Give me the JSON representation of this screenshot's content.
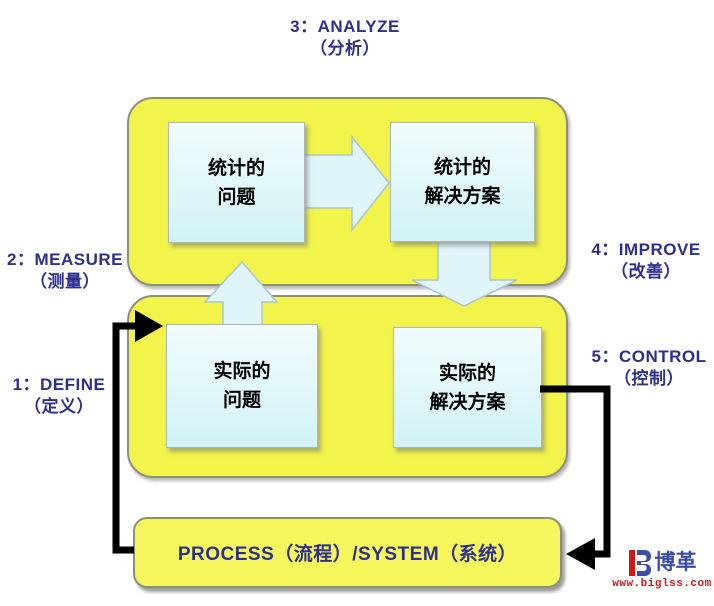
{
  "diagram": {
    "title_implied": "DMAIC process diagram",
    "labels": {
      "analyze": {
        "line1": "3：ANALYZE",
        "line2": "（分析）"
      },
      "measure": {
        "line1": "2：MEASURE",
        "line2": "（测量）"
      },
      "define": {
        "line1": "1：DEFINE",
        "line2": "（定义）"
      },
      "improve": {
        "line1": "4：IMPROVE",
        "line2": "（改善）"
      },
      "control": {
        "line1": "5：CONTROL",
        "line2": "（控制）"
      }
    },
    "boxes": {
      "statistical_problem": {
        "line1": "统计的",
        "line2": "问题"
      },
      "statistical_solution": {
        "line1": "统计的",
        "line2": "解决方案"
      },
      "practical_problem": {
        "line1": "实际的",
        "line2": "问题"
      },
      "practical_solution": {
        "line1": "实际的",
        "line2": "解决方案"
      },
      "process_system": "PROCESS（流程）/SYSTEM（系统）"
    },
    "logo": {
      "name": "博革",
      "url": "www.biglss.com"
    },
    "colors": {
      "panel_yellow": "#f2f44c",
      "process_yellow": "#f5f65c",
      "box_cyan_top": "#f2fbfd",
      "box_cyan_bottom": "#d2f2f6",
      "arrow_cyan": "#e0f5f9",
      "arrow_cyan_stroke": "#a9c6cc",
      "label_navy": "#2d2f8e",
      "connector_black": "#000000",
      "logo_blue": "#3f4ea5",
      "logo_red": "#d31717"
    }
  }
}
